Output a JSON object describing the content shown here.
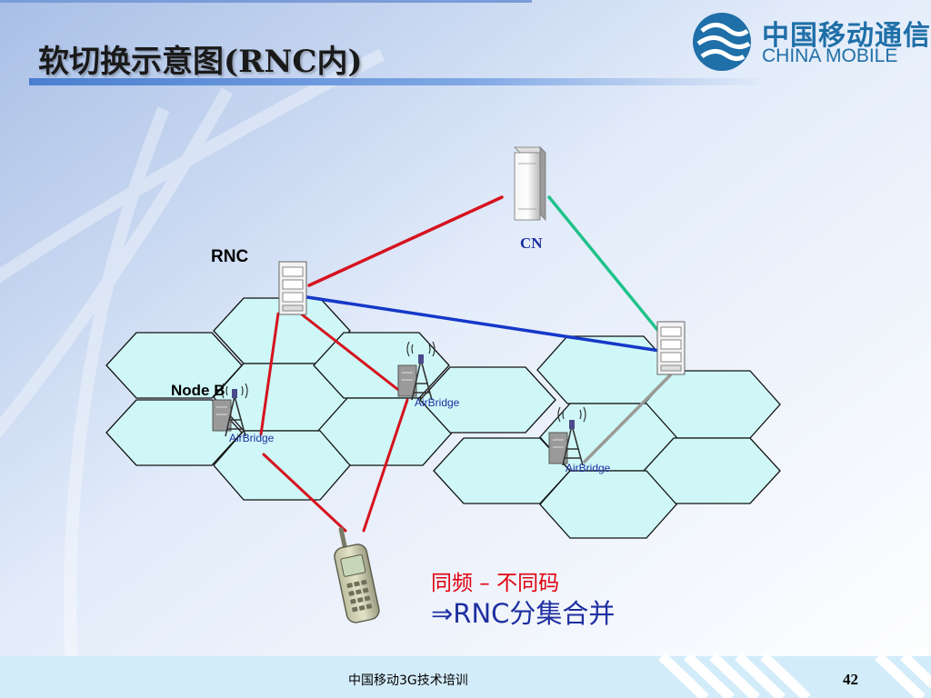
{
  "slide": {
    "title": "软切换示意图(RNC内)",
    "page_number": "42",
    "footer": "中国移动3G技术培训"
  },
  "logo": {
    "name_cn": "中国移动通信",
    "name_en": "CHINA MOBILE"
  },
  "diagram": {
    "rnc_label": "RNC",
    "cn_label": "CN",
    "nodeb_label": "Node B",
    "antenna_labels": [
      "AirBridge",
      "AirBridge",
      "AirBridge"
    ],
    "note_line1": "同频 – 不同码",
    "note_line2": "⇒RNC分集合并"
  },
  "colors": {
    "accent_blue": "#1f6fa8",
    "red_link": "#d6121e",
    "blue_link": "#1538c8",
    "green_link": "#20c28a",
    "gray_link": "#9a9a9a",
    "cell_fill": "#cff7f7"
  }
}
